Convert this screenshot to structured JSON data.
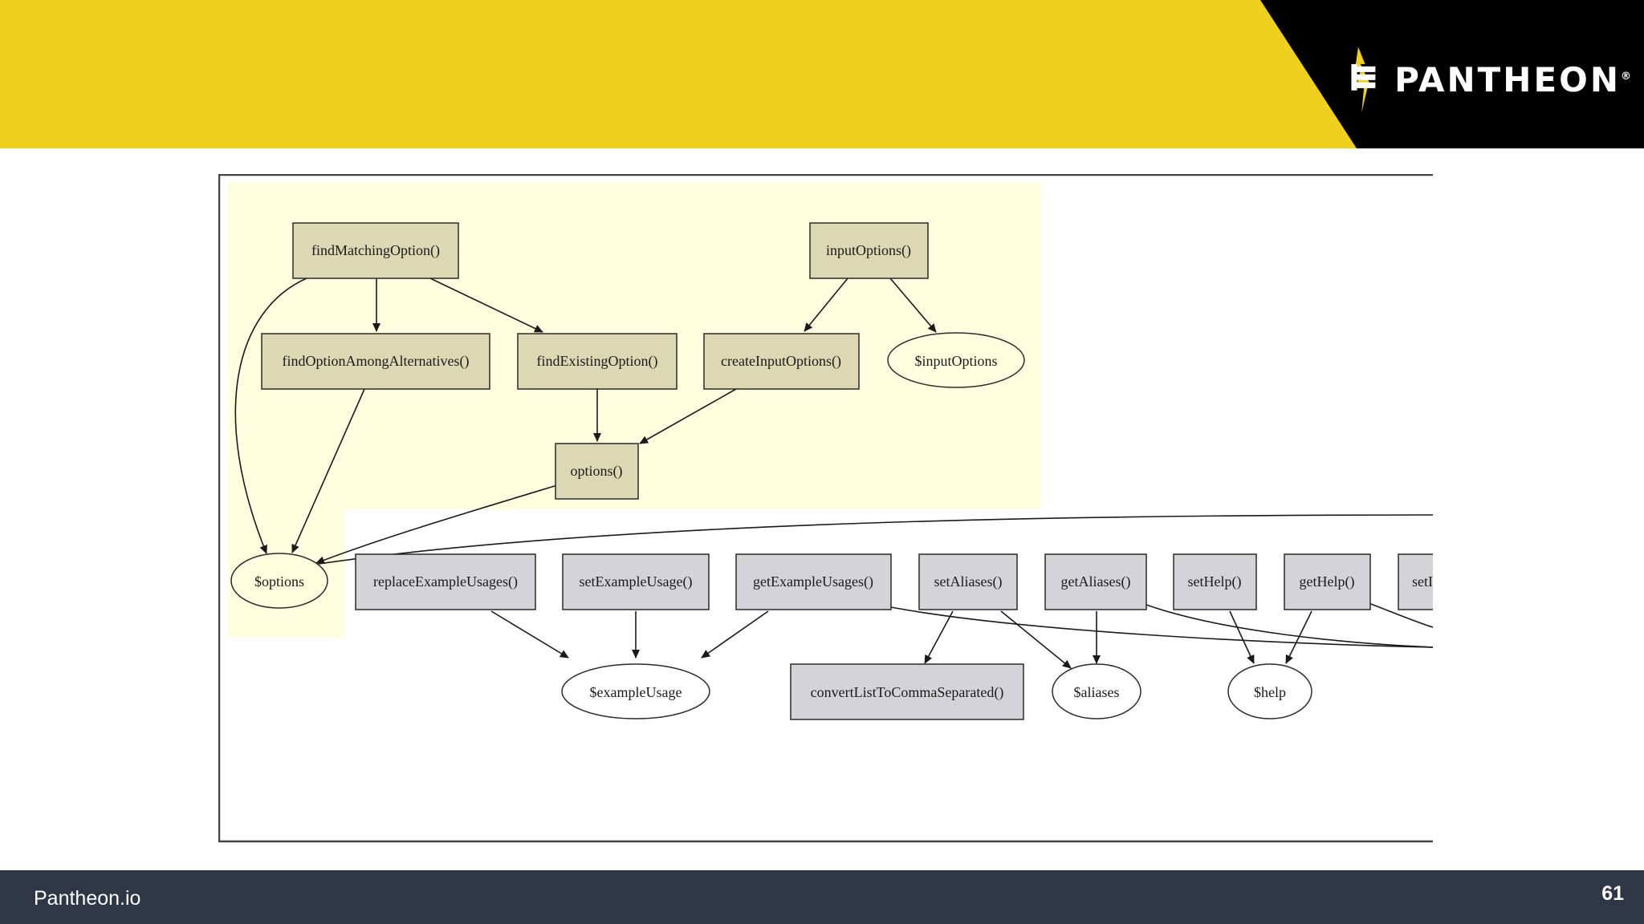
{
  "brand": {
    "logo_text": "PANTHEON",
    "registered_mark": "®",
    "accent_yellow": "#f0d01f",
    "dark": "#000000"
  },
  "footer": {
    "site": "Pantheon.io",
    "page_number": "61",
    "background": "#2f3746"
  },
  "diagram": {
    "group_background": "#ffffdf",
    "method_node_fill_grouped": "#dcd8b4",
    "method_node_fill": "#d4d4d8",
    "nodes": {
      "findMatchingOption": "findMatchingOption()",
      "inputOptions": "inputOptions()",
      "findOptionAmongAlternatives": "findOptionAmongAlternatives()",
      "findExistingOption": "findExistingOption()",
      "createInputOptions": "createInputOptions()",
      "inputOptionsVar": "$inputOptions",
      "options": "options()",
      "optionsVar": "$options",
      "replaceExampleUsages": "replaceExampleUsages()",
      "setExampleUsage": "setExampleUsage()",
      "getExampleUsages": "getExampleUsages()",
      "setAliases": "setAliases()",
      "getAliases": "getAliases()",
      "setHelp": "setHelp()",
      "getHelp": "getHelp()",
      "setCut": "setI",
      "exampleUsageVar": "$exampleUsage",
      "convertListToCommaSeparated": "convertListToCommaSeparated()",
      "aliasesVar": "$aliases",
      "helpVar": "$help"
    }
  }
}
